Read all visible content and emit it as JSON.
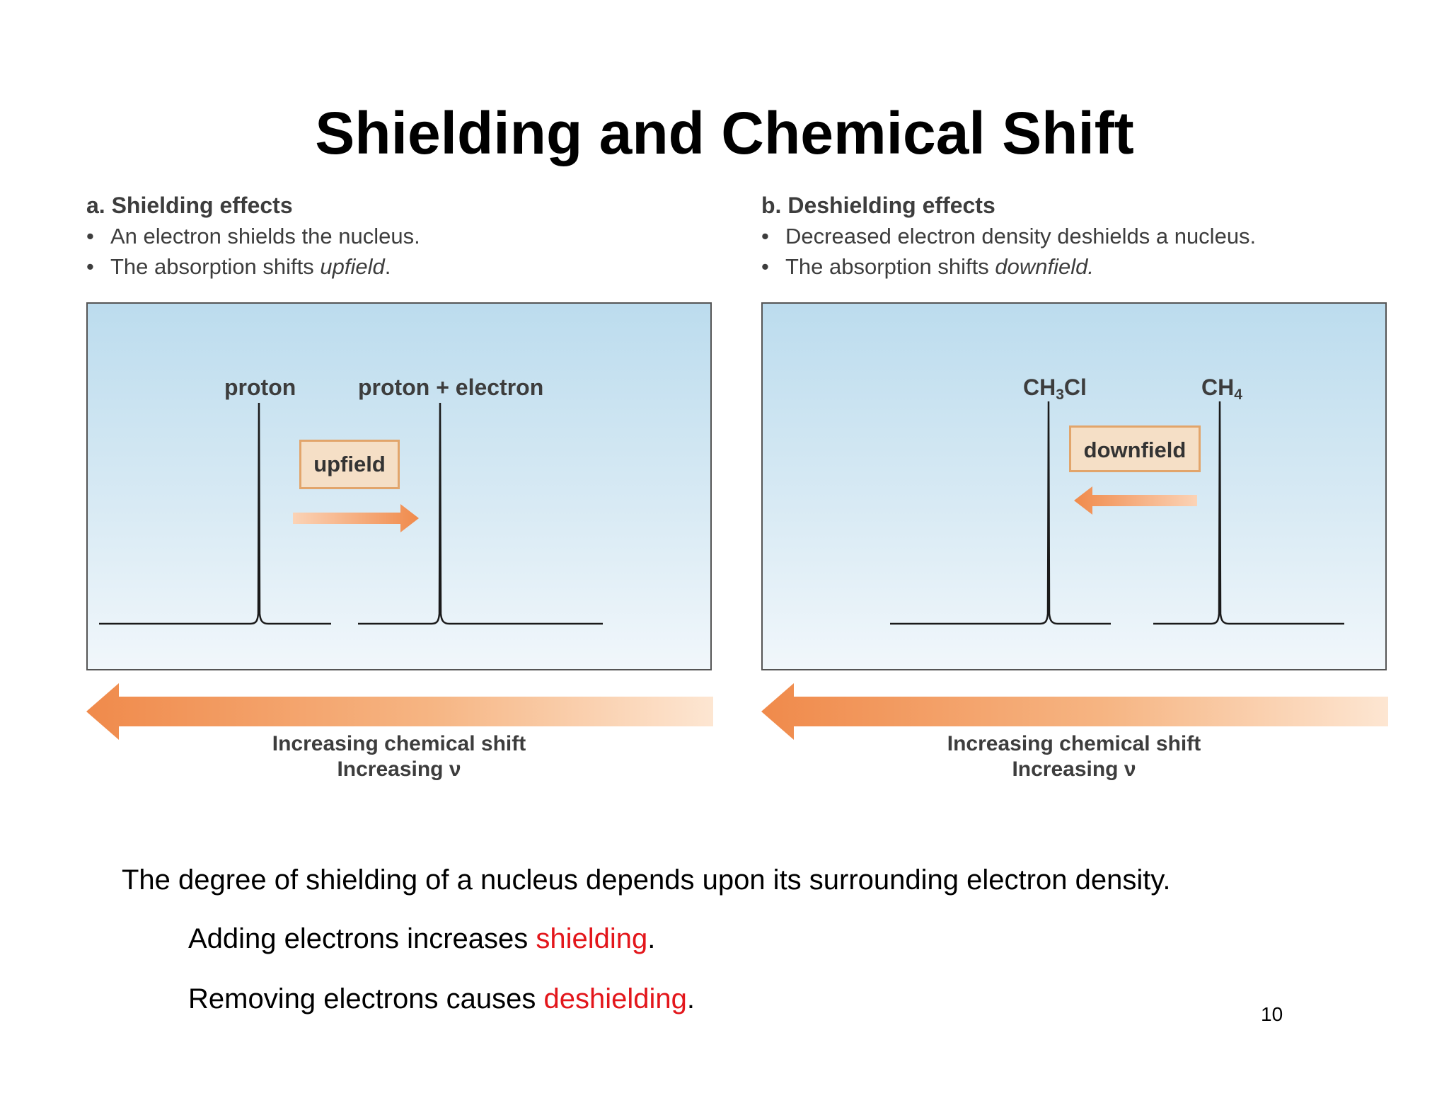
{
  "slide": {
    "title": "Shielding and Chemical Shift",
    "page_number": "10"
  },
  "panel_a": {
    "heading": "a. Shielding effects",
    "bullet1": "An electron shields the nucleus.",
    "bullet2_prefix": "The absorption shifts ",
    "bullet2_em": "upfield",
    "bullet2_suffix": ".",
    "peak_left_label": "proton",
    "peak_right_label": "proton + electron",
    "shift_tag": "upfield",
    "axis_line1": "Increasing chemical shift",
    "axis_line2": "Increasing ν"
  },
  "panel_b": {
    "heading": "b. Deshielding effects",
    "bullet1": "Decreased electron density deshields a nucleus.",
    "bullet2_prefix": "The absorption shifts ",
    "bullet2_em": "downfield.",
    "peak_left_label_main": "CH",
    "peak_left_label_sub": "3",
    "peak_left_label_tail": "Cl",
    "peak_right_label_main": "CH",
    "peak_right_label_sub": "4",
    "shift_tag": "downfield",
    "axis_line1": "Increasing chemical shift",
    "axis_line2": "Increasing ν"
  },
  "body": {
    "line1": "The degree of shielding of a nucleus depends upon its surrounding electron density.",
    "line2_prefix": "Adding electrons increases ",
    "line2_red": "shielding",
    "line2_suffix": ".",
    "line3_prefix": "Removing electrons causes ",
    "line3_red": "deshielding",
    "line3_suffix": "."
  },
  "colors": {
    "arrow_orange": "#f08a4b",
    "highlight_red": "#e3161b",
    "tag_fill": "#f5dfc6",
    "tag_border": "#e2a56b",
    "panel_top": "#bcdcee"
  }
}
